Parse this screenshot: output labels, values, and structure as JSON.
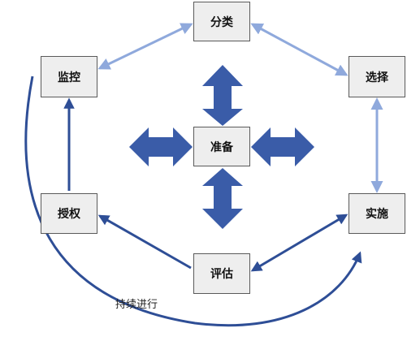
{
  "nodes": {
    "top": "分类",
    "left": "监控",
    "right": "选择",
    "center": "准备",
    "left_lower": "授权",
    "right_lower": "实施",
    "bottom": "评估"
  },
  "cycle_label": "持续进行",
  "colors": {
    "light_arrow": "#8fa9dc",
    "dark_arrow": "#2e4e96",
    "block_arrow": "#3a5ca8",
    "node_fill": "#eeeeee",
    "node_border": "#5a5a5a"
  }
}
